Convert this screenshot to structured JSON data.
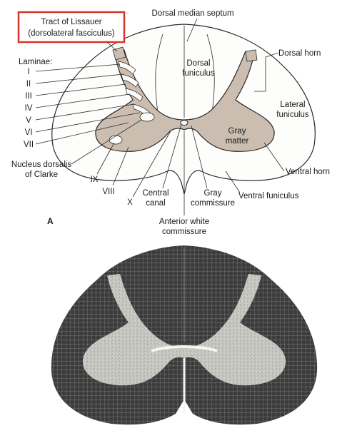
{
  "highlight": {
    "line1": "Tract of Lissauer",
    "line2": "(dorsolateral fasciculus)",
    "color": "#d9342b"
  },
  "labels": {
    "dorsal_median_septum": "Dorsal median septum",
    "dorsal_horn": "Dorsal horn",
    "dorsal_funiculus_1": "Dorsal",
    "dorsal_funiculus_2": "funiculus",
    "lateral_funiculus_1": "Lateral",
    "lateral_funiculus_2": "funiculus",
    "gray_matter_1": "Gray",
    "gray_matter_2": "matter",
    "ventral_horn": "Ventral horn",
    "ventral_funiculus": "Ventral funiculus",
    "gray_commissure_1": "Gray",
    "gray_commissure_2": "commissure",
    "central_canal_1": "Central",
    "central_canal_2": "canal",
    "anterior_white_commissure_1": "Anterior white",
    "anterior_white_commissure_2": "commissure",
    "nucleus_dorsalis_1": "Nucleus dorsalis",
    "nucleus_dorsalis_2": "of Clarke",
    "laminae_title": "Laminae:",
    "laminae": [
      "I",
      "II",
      "III",
      "IV",
      "V",
      "VI",
      "VII"
    ],
    "lamina_ix": "IX",
    "lamina_viii": "VIII",
    "lamina_x": "X",
    "figure_letter": "A"
  },
  "colors": {
    "gray_matter": "#cbbdb0",
    "white_matter": "#fdfdfb",
    "photo_white_matter": "#3a3a3a",
    "photo_gray_matter": "#c9c9c4"
  }
}
